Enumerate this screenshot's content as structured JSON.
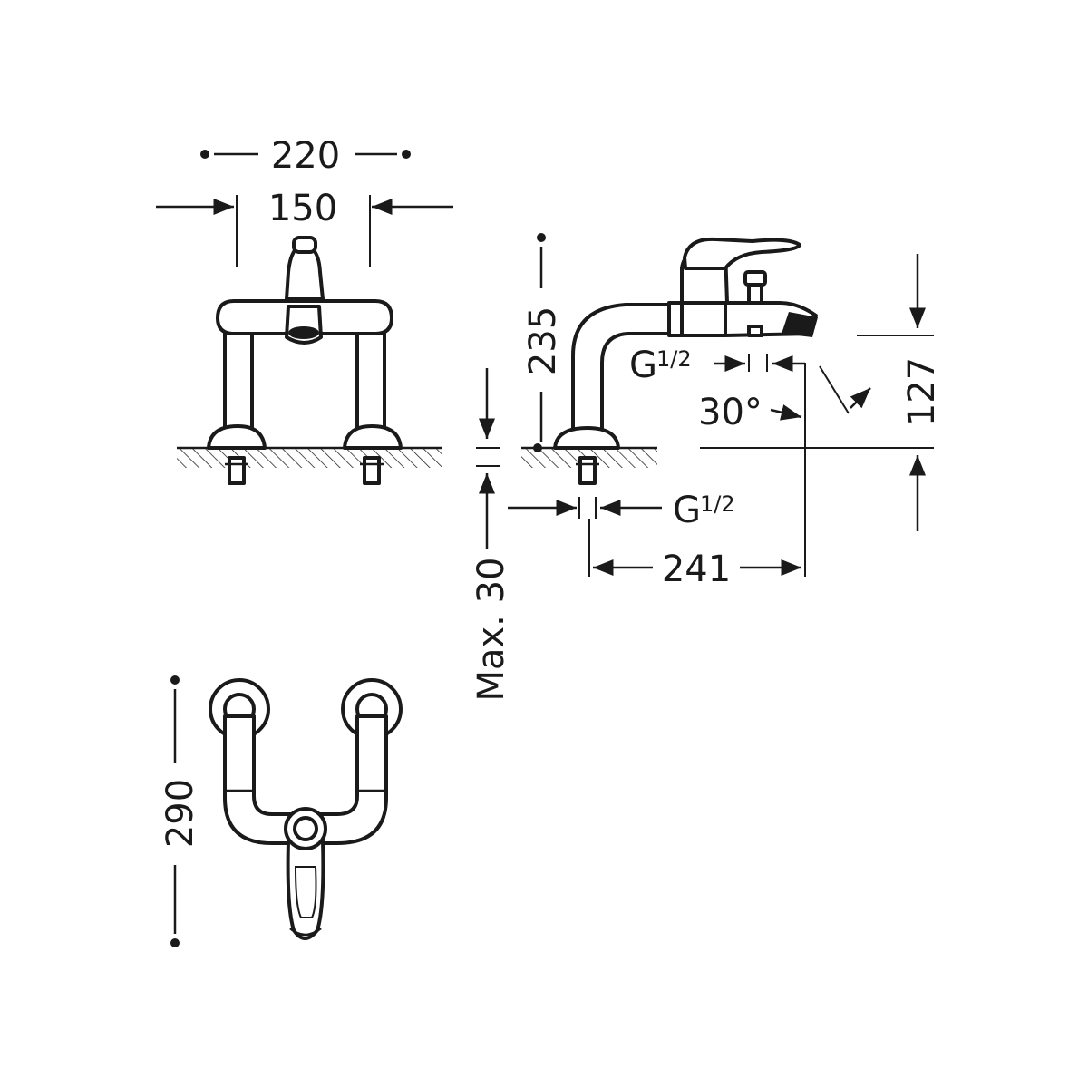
{
  "dimensions": {
    "overall_width": "220",
    "center_distance": "150",
    "spout_height": "235",
    "outlet_height": "127",
    "spout_reach": "241",
    "max_deck": "Max. 30",
    "plan_depth": "290",
    "spout_angle": "30°",
    "thread_outlet": "G",
    "thread_inlet": "G",
    "fraction": "1/2"
  },
  "colors": {
    "ink": "#1a1a1a",
    "paper": "#ffffff"
  }
}
